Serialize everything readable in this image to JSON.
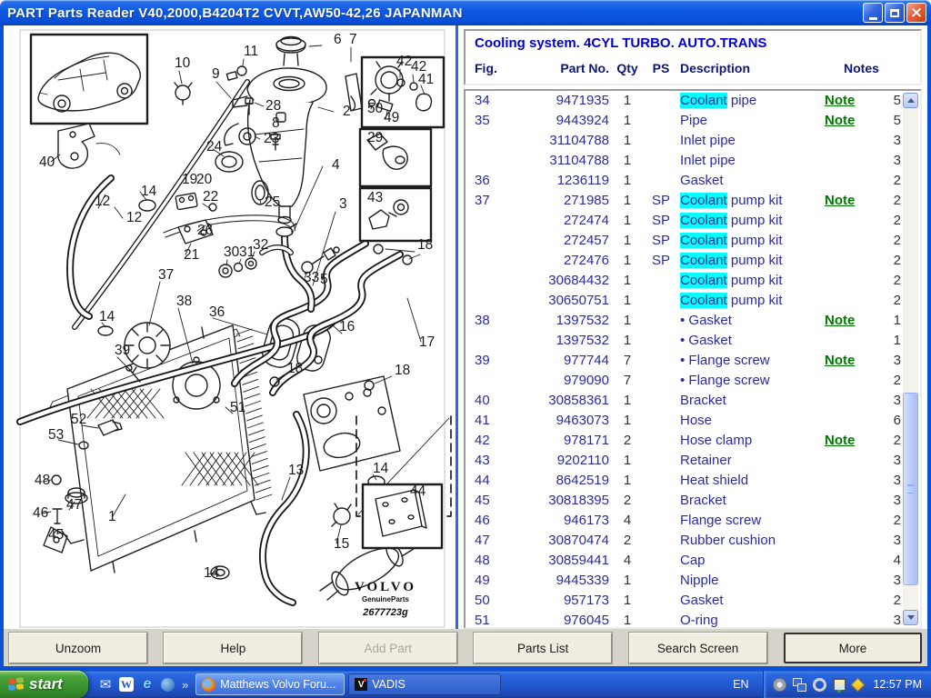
{
  "window": {
    "title": "PART Parts Reader V40,2000,B4204T2 CVVT,AW50-42,26 JAPANMAN"
  },
  "header": {
    "title": "Cooling system. 4CYL TURBO. AUTO.TRANS",
    "columns": {
      "fig": "Fig.",
      "part": "Part No.",
      "qty": "Qty",
      "ps": "PS",
      "desc": "Description",
      "notes": "Notes"
    }
  },
  "table": {
    "note_label": "Note",
    "highlight_term": "Coolant",
    "rows": [
      {
        "fig": "34",
        "part": "9471935",
        "qty": "1",
        "ps": "",
        "desc": "Coolant pipe",
        "hl": true,
        "note": true,
        "num": "5"
      },
      {
        "fig": "35",
        "part": "9443924",
        "qty": "1",
        "ps": "",
        "desc": "Pipe",
        "note": true,
        "num": "5"
      },
      {
        "fig": "",
        "part": "31104788",
        "qty": "1",
        "ps": "",
        "desc": "Inlet pipe",
        "num": "3"
      },
      {
        "fig": "",
        "part": "31104788",
        "qty": "1",
        "ps": "",
        "desc": "Inlet pipe",
        "num": "3"
      },
      {
        "fig": "36",
        "part": "1236119",
        "qty": "1",
        "ps": "",
        "desc": "Gasket",
        "num": "2"
      },
      {
        "fig": "37",
        "part": "271985",
        "qty": "1",
        "ps": "SP",
        "desc": "Coolant pump kit",
        "hl": true,
        "note": true,
        "num": "2"
      },
      {
        "fig": "",
        "part": "272474",
        "qty": "1",
        "ps": "SP",
        "desc": "Coolant pump kit",
        "hl": true,
        "num": "2"
      },
      {
        "fig": "",
        "part": "272457",
        "qty": "1",
        "ps": "SP",
        "desc": "Coolant pump kit",
        "hl": true,
        "num": "2"
      },
      {
        "fig": "",
        "part": "272476",
        "qty": "1",
        "ps": "SP",
        "desc": "Coolant pump kit",
        "hl": true,
        "num": "2"
      },
      {
        "fig": "",
        "part": "30684432",
        "qty": "1",
        "ps": "",
        "desc": "Coolant pump kit",
        "hl": true,
        "num": "2"
      },
      {
        "fig": "",
        "part": "30650751",
        "qty": "1",
        "ps": "",
        "desc": "Coolant pump kit",
        "hl": true,
        "num": "2"
      },
      {
        "fig": "38",
        "part": "1397532",
        "qty": "1",
        "ps": "",
        "desc": "• Gasket",
        "note": true,
        "num": "1"
      },
      {
        "fig": "",
        "part": "1397532",
        "qty": "1",
        "ps": "",
        "desc": "• Gasket",
        "num": "1"
      },
      {
        "fig": "39",
        "part": "977744",
        "qty": "7",
        "ps": "",
        "desc": "• Flange screw",
        "note": true,
        "num": "3"
      },
      {
        "fig": "",
        "part": "979090",
        "qty": "7",
        "ps": "",
        "desc": "• Flange screw",
        "num": "2"
      },
      {
        "fig": "40",
        "part": "30858361",
        "qty": "1",
        "ps": "",
        "desc": "Bracket",
        "num": "3"
      },
      {
        "fig": "41",
        "part": "9463073",
        "qty": "1",
        "ps": "",
        "desc": "Hose",
        "num": "6"
      },
      {
        "fig": "42",
        "part": "978171",
        "qty": "2",
        "ps": "",
        "desc": "Hose clamp",
        "note": true,
        "num": "2"
      },
      {
        "fig": "43",
        "part": "9202110",
        "qty": "1",
        "ps": "",
        "desc": "Retainer",
        "num": "3"
      },
      {
        "fig": "44",
        "part": "8642519",
        "qty": "1",
        "ps": "",
        "desc": "Heat shield",
        "num": "3"
      },
      {
        "fig": "45",
        "part": "30818395",
        "qty": "2",
        "ps": "",
        "desc": "Bracket",
        "num": "3"
      },
      {
        "fig": "46",
        "part": "946173",
        "qty": "4",
        "ps": "",
        "desc": "Flange screw",
        "num": "2"
      },
      {
        "fig": "47",
        "part": "30870474",
        "qty": "2",
        "ps": "",
        "desc": "Rubber cushion",
        "num": "3"
      },
      {
        "fig": "48",
        "part": "30859441",
        "qty": "4",
        "ps": "",
        "desc": "Cap",
        "num": "4"
      },
      {
        "fig": "49",
        "part": "9445339",
        "qty": "1",
        "ps": "",
        "desc": "Nipple",
        "num": "3"
      },
      {
        "fig": "50",
        "part": "957173",
        "qty": "1",
        "ps": "",
        "desc": "Gasket",
        "num": "2"
      },
      {
        "fig": "51",
        "part": "976045",
        "qty": "1",
        "ps": "",
        "desc": "O-ring",
        "num": "3"
      }
    ]
  },
  "diagram": {
    "logo": {
      "brand": "VOLVO",
      "line2": "GenuineParts",
      "line3": "2677723g"
    },
    "labels": [
      [
        "10",
        188,
        46
      ],
      [
        "11",
        264,
        33
      ],
      [
        "6",
        363,
        20
      ],
      [
        "7",
        380,
        20
      ],
      [
        "9",
        229,
        58
      ],
      [
        "42",
        432,
        44
      ],
      [
        "42",
        448,
        50
      ],
      [
        "41",
        456,
        64
      ],
      [
        "50",
        400,
        96
      ],
      [
        "49",
        418,
        106
      ],
      [
        "28",
        288,
        93
      ],
      [
        "8",
        295,
        112
      ],
      [
        "2",
        373,
        99
      ],
      [
        "23",
        286,
        129
      ],
      [
        "29",
        400,
        128
      ],
      [
        "24",
        223,
        138
      ],
      [
        "40",
        39,
        155
      ],
      [
        "19",
        196,
        174
      ],
      [
        "20",
        212,
        174
      ],
      [
        "4",
        361,
        158
      ],
      [
        "14",
        151,
        187
      ],
      [
        "22",
        219,
        193
      ],
      [
        "25",
        287,
        199
      ],
      [
        "43",
        400,
        194
      ],
      [
        "12",
        100,
        198
      ],
      [
        "12",
        135,
        216
      ],
      [
        "26",
        213,
        230
      ],
      [
        "21",
        198,
        257
      ],
      [
        "3",
        369,
        201
      ],
      [
        "30",
        242,
        254
      ],
      [
        "31",
        259,
        254
      ],
      [
        "32",
        274,
        246
      ],
      [
        "33",
        330,
        282
      ],
      [
        "5",
        348,
        284
      ],
      [
        "18",
        455,
        246
      ],
      [
        "37",
        170,
        279
      ],
      [
        "38",
        190,
        308
      ],
      [
        "36",
        226,
        320
      ],
      [
        "16",
        369,
        336
      ],
      [
        "14",
        105,
        325
      ],
      [
        "39",
        122,
        362
      ],
      [
        "17",
        457,
        353
      ],
      [
        "18",
        312,
        382
      ],
      [
        "18",
        430,
        384
      ],
      [
        "52",
        74,
        438
      ],
      [
        "53",
        49,
        455
      ],
      [
        "1",
        115,
        545
      ],
      [
        "13",
        313,
        494
      ],
      [
        "48",
        34,
        505
      ],
      [
        "46",
        32,
        541
      ],
      [
        "47",
        69,
        532
      ],
      [
        "45",
        49,
        565
      ],
      [
        "14",
        406,
        492
      ],
      [
        "15",
        363,
        575
      ],
      [
        "44",
        447,
        517
      ],
      [
        "14",
        220,
        607
      ],
      [
        "51",
        249,
        425
      ]
    ]
  },
  "toolbar": {
    "buttons": [
      {
        "label": "Unzoom",
        "enabled": true
      },
      {
        "label": "Help",
        "enabled": true
      },
      {
        "label": "Add Part",
        "enabled": false
      },
      {
        "label": "Parts List",
        "enabled": true
      },
      {
        "label": "Search Screen",
        "enabled": true
      },
      {
        "label": "More",
        "enabled": true,
        "default": true
      }
    ]
  },
  "taskbar": {
    "start": "start",
    "tasks": [
      {
        "label": "Matthews Volvo Foru...",
        "icon": "firefox",
        "active": true
      },
      {
        "label": "VADIS",
        "icon": "vadis",
        "active": false
      }
    ],
    "language": "EN",
    "clock": "12:57 PM"
  },
  "colors": {
    "highlight": "#00ffff",
    "note_link": "#007b00",
    "title_text": "#0000cc",
    "header_text": "#0b1778",
    "row_text": "#2b2b9e",
    "titlebar_blue": "#0c58e4",
    "taskbar_blue": "#2258cf",
    "start_green": "#388e2d",
    "toolbar_gray": "#d6d3ca"
  }
}
